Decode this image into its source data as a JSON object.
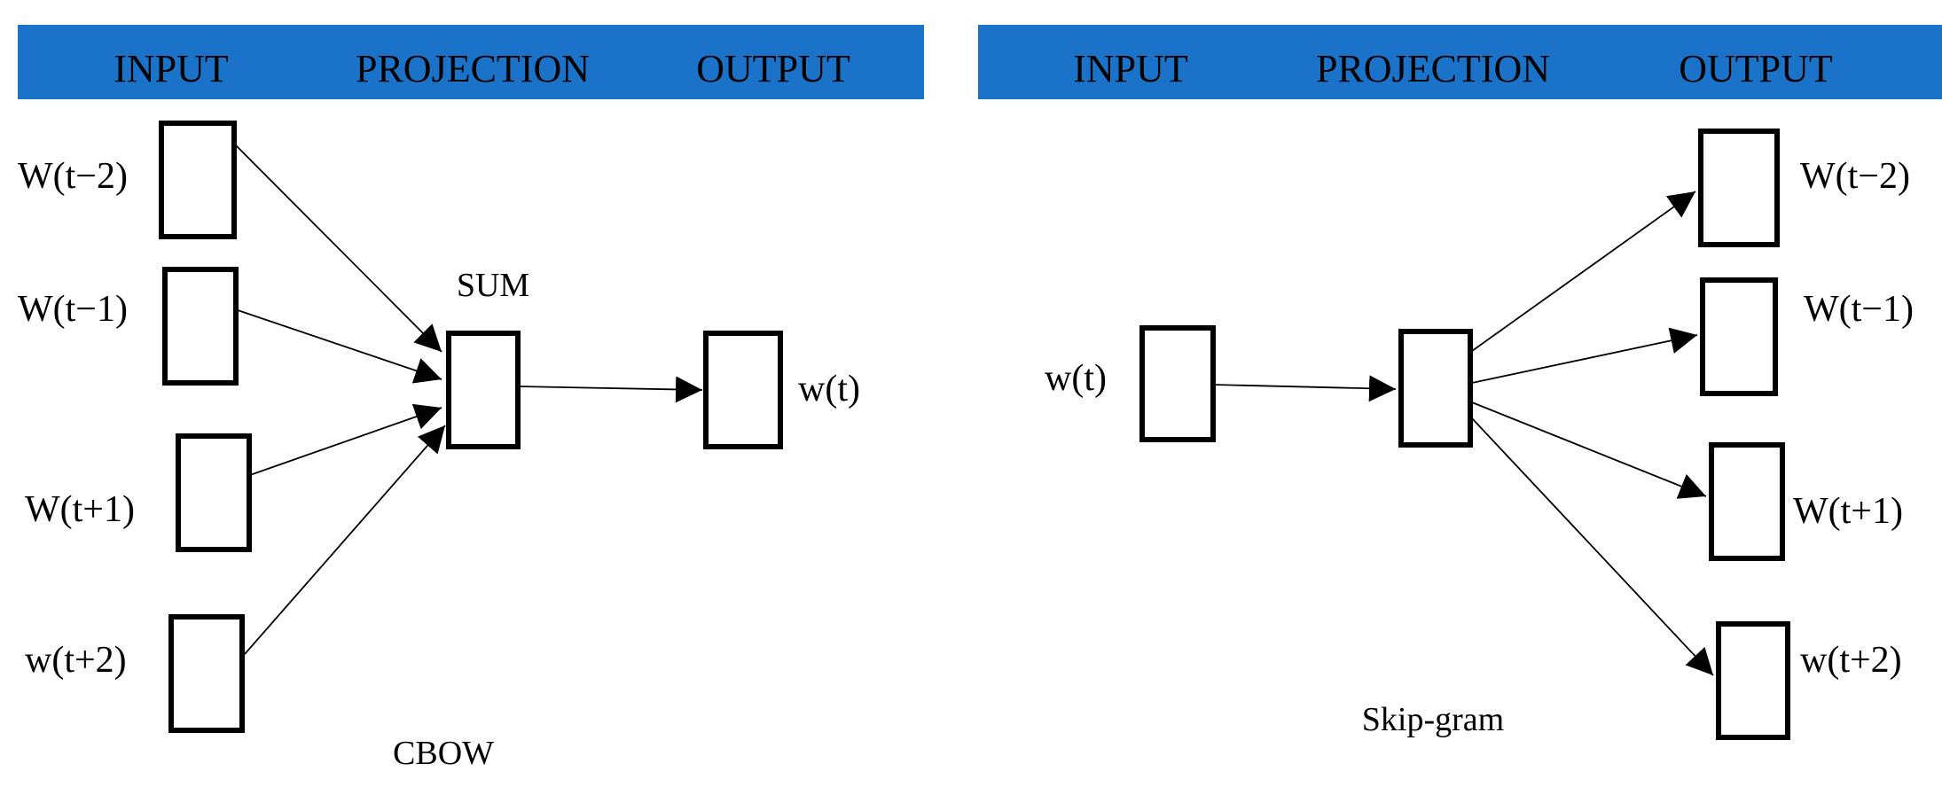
{
  "colors": {
    "header_bar": "#1a73c8",
    "node_stroke": "#000000",
    "edge": "#000000"
  },
  "cbow": {
    "header": {
      "input": "INPUT",
      "projection": "PROJECTION",
      "output": "OUTPUT"
    },
    "inputs": [
      "W(t−2)",
      "W(t−1)",
      "W(t+1)",
      "w(t+2)"
    ],
    "projection_label": "SUM",
    "output": "w(t)",
    "caption": "CBOW"
  },
  "skipgram": {
    "header": {
      "input": "INPUT",
      "projection": "PROJECTION",
      "output": "OUTPUT"
    },
    "input": "w(t)",
    "outputs": [
      "W(t−2)",
      "W(t−1)",
      "W(t+1)",
      "w(t+2)"
    ],
    "caption": "Skip-gram"
  }
}
